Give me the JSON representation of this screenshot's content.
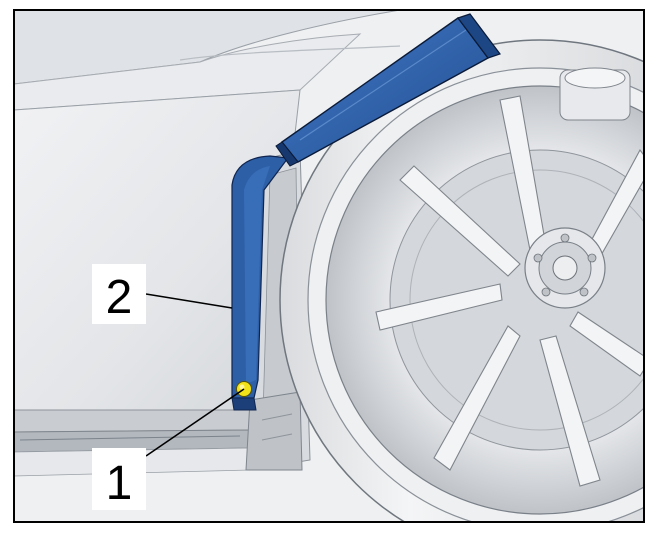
{
  "figure": {
    "callouts": [
      {
        "number": "1",
        "target": "trim-clip"
      },
      {
        "number": "2",
        "target": "wheel-arch-trim-strip"
      }
    ],
    "colors": {
      "highlight_part": "#2d5fa6",
      "highlight_part_dark": "#1c3f7a",
      "clip": "#f2e21a",
      "frame": "#000000",
      "background": "#ffffff"
    },
    "icons": {
      "tool": "plastic-wedge-tool",
      "wheel": "alloy-wheel-icon",
      "clip": "clip-icon"
    }
  }
}
